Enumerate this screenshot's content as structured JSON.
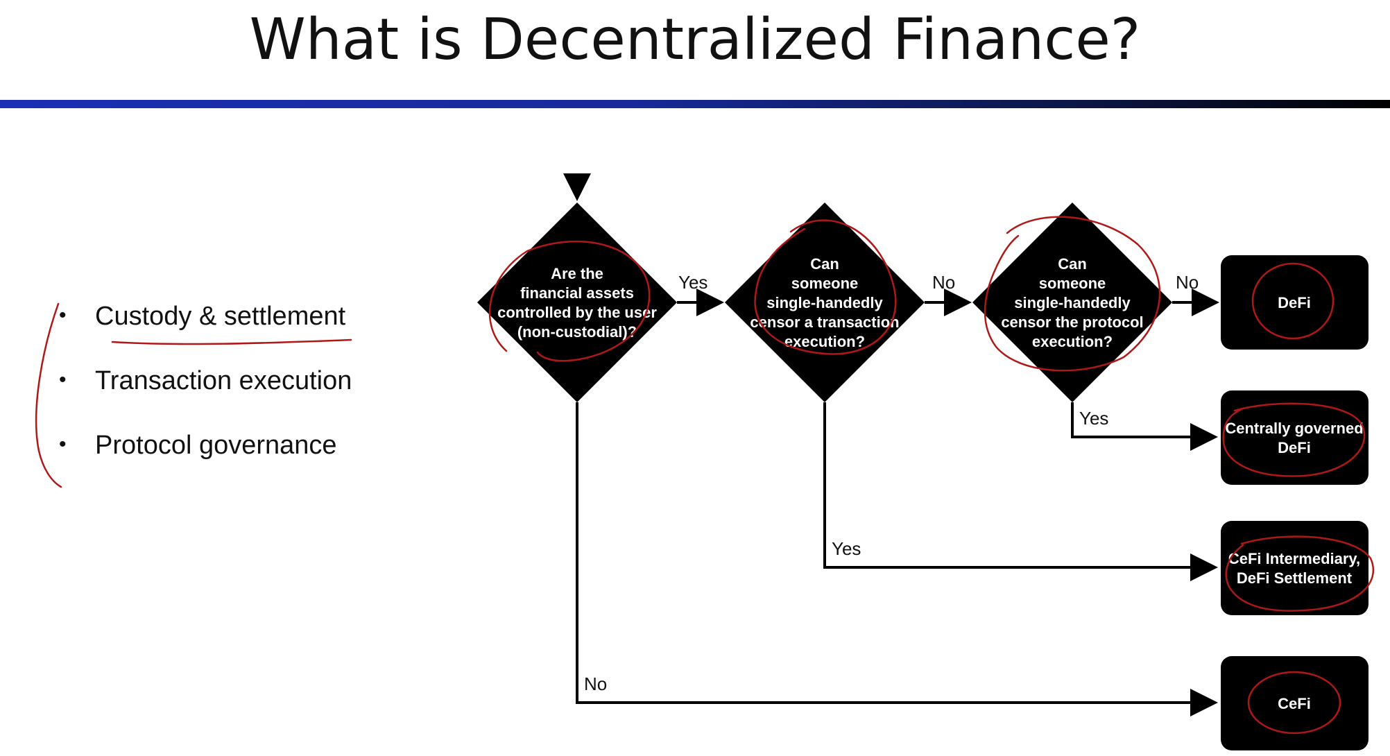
{
  "slide": {
    "title": "What is Decentralized Finance?"
  },
  "bullets": [
    "Custody & settlement",
    "Transaction execution",
    "Protocol governance"
  ],
  "flowchart": {
    "decisions": [
      {
        "lines": [
          "Are the",
          "financial assets",
          "controlled by the user",
          "(non-custodial)?"
        ]
      },
      {
        "lines": [
          "Can",
          "someone",
          "single-handedly",
          "censor a transaction",
          "execution?"
        ]
      },
      {
        "lines": [
          "Can",
          "someone",
          "single-handedly",
          "censor the protocol",
          "execution?"
        ]
      }
    ],
    "outcomes": [
      {
        "lines": [
          "DeFi"
        ]
      },
      {
        "lines": [
          "Centrally governed",
          "DeFi"
        ]
      },
      {
        "lines": [
          "CeFi Intermediary,",
          "DeFi Settlement"
        ]
      },
      {
        "lines": [
          "CeFi"
        ]
      }
    ],
    "edge_labels": {
      "d1_yes": "Yes",
      "d2_no": "No",
      "d3_no": "No",
      "d3_yes": "Yes",
      "d2_yes": "Yes",
      "d1_no": "No"
    }
  },
  "colors": {
    "node_fill": "#000000",
    "node_text": "#ffffff",
    "annotation": "#b01818",
    "rule_start": "#1a2fb4",
    "rule_end": "#000000"
  }
}
